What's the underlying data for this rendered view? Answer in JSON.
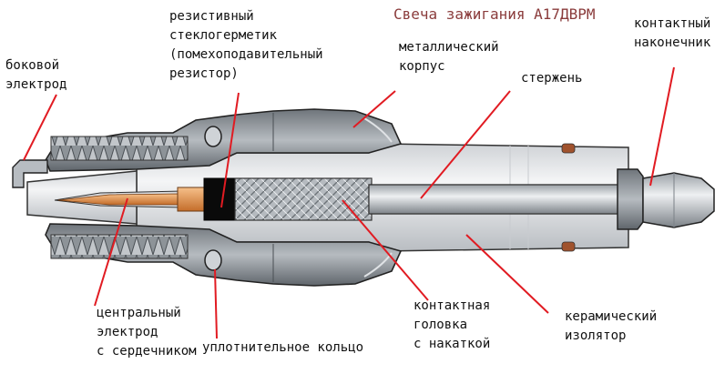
{
  "title": "Свеча зажигания А17ДВРМ",
  "labels": {
    "side_electrode": [
      "боковой",
      "электрод"
    ],
    "resistor": [
      "резистивный",
      "стеклогерметик",
      "(помехоподавительный",
      "резистор)"
    ],
    "metal_body": [
      "металлический",
      "корпус"
    ],
    "rod": [
      "стержень"
    ],
    "contact_tip": [
      "контактный",
      "наконечник"
    ],
    "center_electrode": [
      "центральный",
      "электрод",
      "с сердечником"
    ],
    "sealing_ring": [
      "уплотнительное кольцо"
    ],
    "contact_head": [
      "контактная",
      "головка",
      "с накаткой"
    ],
    "ceramic_insulator": [
      "керамический",
      "изолятор"
    ]
  },
  "colors": {
    "leader": "#e11b22",
    "title": "#8a3b3b",
    "metal": "#9aa0a6",
    "metal_dark": "#5b6066",
    "insulator": "#e9eaec",
    "copper": "#d9823b"
  }
}
